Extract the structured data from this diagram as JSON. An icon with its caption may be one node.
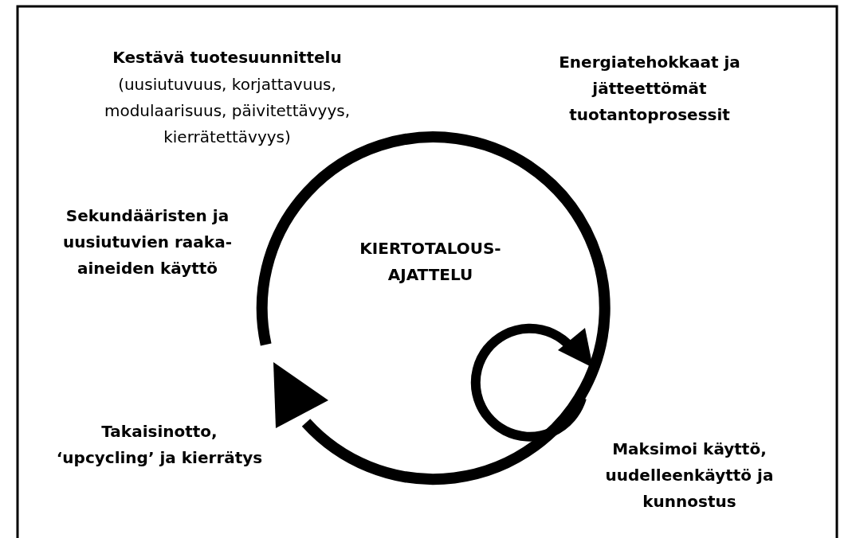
{
  "diagram": {
    "labels": [
      "Kestävä tuotesuunnittelu",
      "(uusiutuvuus, korjattavuus, modulaarisuus, päivitettävyys, kierrätettävyys)",
      "Energiatehokkaat ja jätteettömät tuotantoprosessit",
      "Sekundääristen ja uusiutuvien raaka-aineiden käyttö",
      "KIERTOTALOUS-AJATTELU",
      "Takaisinotto, ‘upcycling’ ja kierrätys",
      "Maksimoi käyttö, uudelleenkäyttö ja kunnostus"
    ]
  }
}
